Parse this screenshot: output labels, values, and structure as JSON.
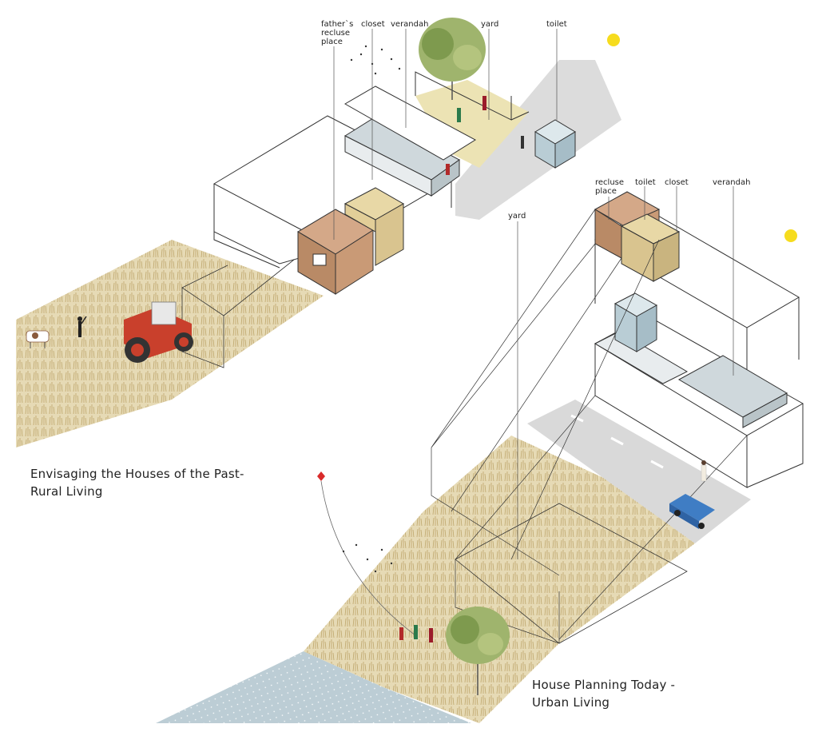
{
  "labels": {
    "past_fathers": "father`s",
    "past_recluse": "recluse",
    "past_place": "place",
    "past_closet": "closet",
    "past_verandah": "verandah",
    "past_yard": "yard",
    "past_toilet": "toilet",
    "today_recluse": "recluse",
    "today_place": "place",
    "today_toilet": "toilet",
    "today_closet": "closet",
    "today_verandah": "verandah",
    "today_yard": "yard"
  },
  "captions": {
    "past_line1": "Envisaging the Houses of the Past-",
    "past_line2": "Rural Living",
    "today_line1": "House Planning Today -",
    "today_line2": "Urban Living"
  },
  "colors": {
    "line": "#333333",
    "field": "#d8c79a",
    "recluse_box": "#b98a66",
    "closet_box": "#d9c48f",
    "toilet_box": "#b9cdd5",
    "road": "#d9d9d9",
    "water": "#b9cbd3",
    "sun": "#f6dc1e",
    "tractor": "#c9402c",
    "truck": "#3f7dc4",
    "tree": "#8aa25a",
    "kite": "#d92b2b"
  }
}
